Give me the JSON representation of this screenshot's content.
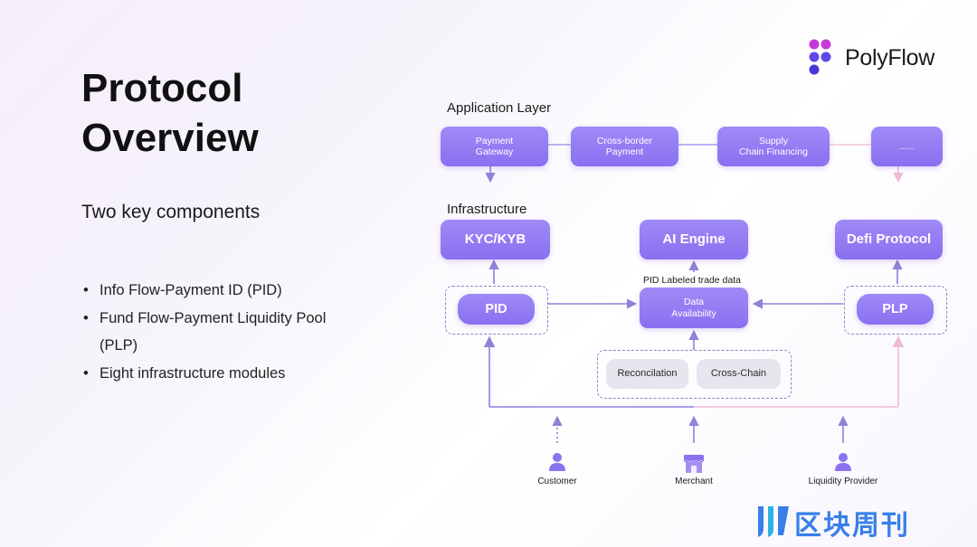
{
  "brand": {
    "name": "PolyFlow"
  },
  "title": "Protocol\nOverview",
  "subtitle": "Two key components",
  "bullets": [
    "Info Flow-Payment ID (PID)",
    "Fund Flow-Payment Liquidity Pool (PLP)",
    "Eight infrastructure modules"
  ],
  "diagram": {
    "application_layer": {
      "label": "Application Layer",
      "nodes": [
        "Payment\nGateway",
        "Cross-border\nPayment",
        "Supply\nChain Financing",
        "......"
      ]
    },
    "infrastructure": {
      "label": "Infrastructure",
      "top_modules": [
        "KYC/KYB",
        "AI Engine",
        "Defi Protocol"
      ],
      "middle_modules": {
        "pid": "PID",
        "data": "Data\nAvailability",
        "plp": "PLP"
      },
      "trade_data_label": "PID Labeled trade data",
      "bottom_modules": [
        "Reconcilation",
        "Cross-Chain"
      ]
    },
    "actors": [
      "Customer",
      "Merchant",
      "Liquidity Provider"
    ]
  },
  "watermark": "区块周刊",
  "colors": {
    "accent": "#8a6ff0",
    "line": "#a99cf0",
    "pink_line": "#f3c3dd",
    "watermark_blue": "#3a7fe8"
  }
}
